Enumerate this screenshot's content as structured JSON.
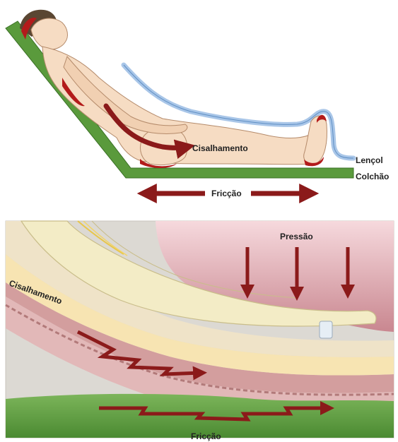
{
  "top_panel": {
    "labels": {
      "shear": "Cisalhamento",
      "sheet": "Lençol",
      "mattress": "Colchão",
      "friction": "Fricção"
    },
    "colors": {
      "mattress": "#5a9a3c",
      "sheet": "#a9c6e8",
      "skin": "#f6dcc3",
      "force_arrow": "#8b1a1a"
    }
  },
  "bottom_panel": {
    "labels": {
      "pressure": "Pressão",
      "shear": "Cisalhamento",
      "friction": "Fricção"
    },
    "colors": {
      "pressure_zone": "#d9a3ab",
      "bone": "#f3ecc6",
      "fat": "#f7e4b2",
      "muscle": "#d9b3b3",
      "mattress": "#5a9a3c",
      "force_arrow": "#8b1a1a"
    }
  }
}
